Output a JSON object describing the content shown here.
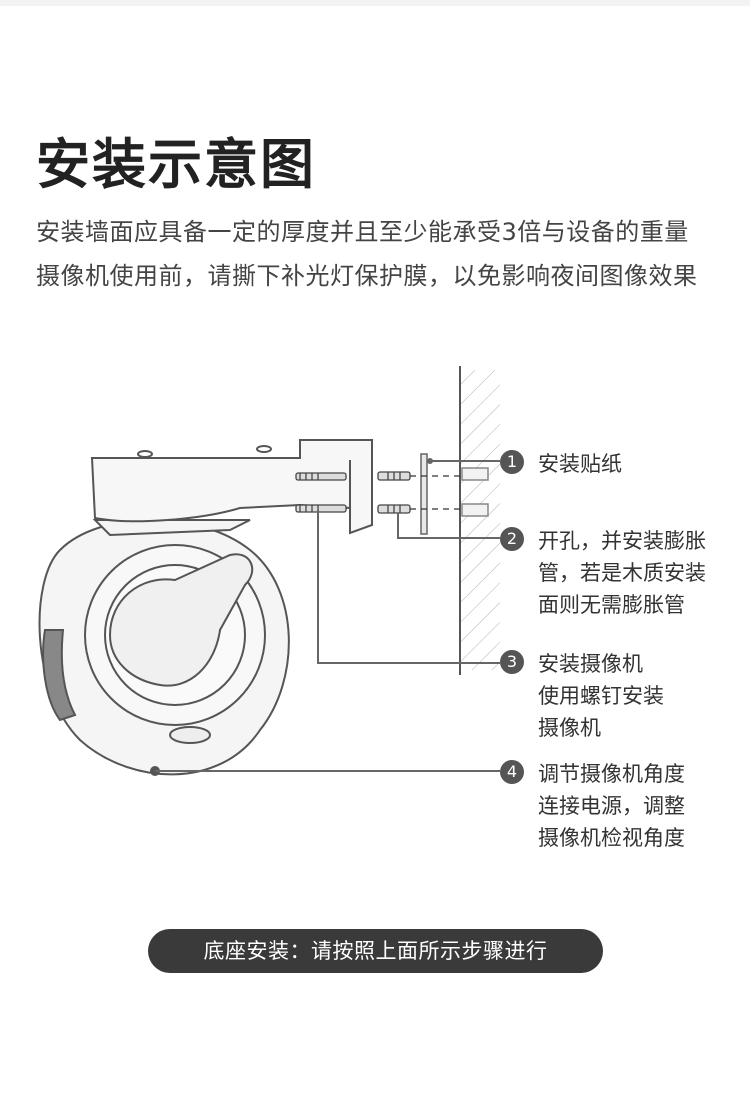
{
  "title": "安装示意图",
  "description": [
    "安装墙面应具备一定的厚度并且至少能承受3倍与设备的重量",
    "摄像机使用前，请撕下补光灯保护膜，以免影响夜间图像效果"
  ],
  "steps": [
    {
      "number": "1",
      "lines": [
        "安装贴纸"
      ]
    },
    {
      "number": "2",
      "lines": [
        "开孔，并安装膨胀",
        "管，若是木质安装",
        "面则无需膨胀管"
      ]
    },
    {
      "number": "3",
      "lines": [
        "安装摄像机",
        "使用螺钉安装",
        "摄像机"
      ]
    },
    {
      "number": "4",
      "lines": [
        "调节摄像机角度",
        "连接电源，调整",
        "摄像机检视角度"
      ]
    }
  ],
  "footer": "底座安装：请按照上面所示步骤进行",
  "colors": {
    "title": "#222222",
    "badge": "#555555",
    "pill": "#3a3a3a",
    "line": "#666666"
  }
}
